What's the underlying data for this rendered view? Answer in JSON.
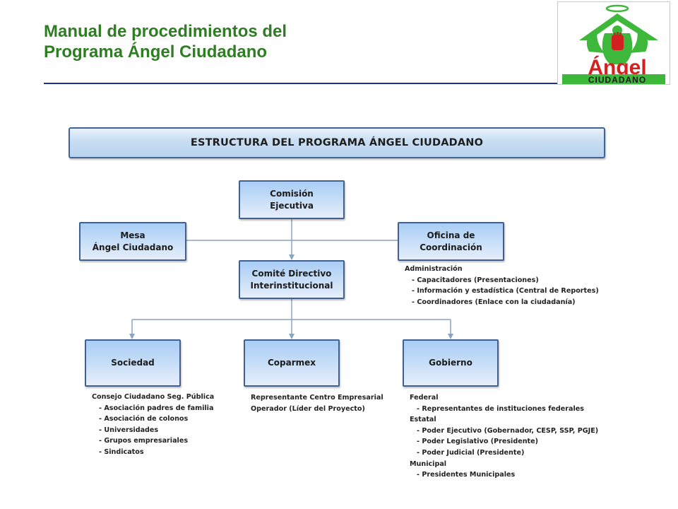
{
  "header": {
    "title_line1": "Manual de procedimientos del",
    "title_line2": "Programa Ángel Ciudadano"
  },
  "logo": {
    "word": "Ángel",
    "subword": "CIUDADANO"
  },
  "banner": "ESTRUCTURA DEL PROGRAMA ÁNGEL CIUDADANO",
  "nodes": {
    "comision": "Comisión\nEjecutiva",
    "mesa": "Mesa\nÁngel Ciudadano",
    "oficina": "Oficina de\nCoordinación",
    "comite": "Comité Directivo\nInterinstitucional",
    "sociedad": "Sociedad",
    "coparmex": "Coparmex",
    "gobierno": "Gobierno"
  },
  "descriptions": {
    "oficina": [
      {
        "text": "Administración",
        "sub": false
      },
      {
        "text": "- Capacitadores (Presentaciones)",
        "sub": true
      },
      {
        "text": "- Información y estadística (Central de Reportes)",
        "sub": true
      },
      {
        "text": "- Coordinadores (Enlace con la ciudadanía)",
        "sub": true
      }
    ],
    "sociedad": [
      {
        "text": "Consejo Ciudadano Seg. Pública",
        "sub": false
      },
      {
        "text": "- Asociación  padres de familia",
        "sub": true
      },
      {
        "text": "- Asociación  de colonos",
        "sub": true
      },
      {
        "text": "- Universidades",
        "sub": true
      },
      {
        "text": "- Grupos empresariales",
        "sub": true
      },
      {
        "text": "- Sindicatos",
        "sub": true
      }
    ],
    "coparmex": [
      {
        "text": "Representante Centro Empresarial",
        "sub": false
      },
      {
        "text": "Operador (Líder del Proyecto)",
        "sub": false
      }
    ],
    "gobierno": [
      {
        "text": "Federal",
        "sub": false
      },
      {
        "text": "- Representantes de instituciones federales",
        "sub": true
      },
      {
        "text": "Estatal",
        "sub": false
      },
      {
        "text": "- Poder Ejecutivo (Gobernador, CESP, SSP, PGJE)",
        "sub": true
      },
      {
        "text": "- Poder Legislativo (Presidente)",
        "sub": true
      },
      {
        "text": "- Poder Judicial (Presidente)",
        "sub": true
      },
      {
        "text": "Municipal",
        "sub": false
      },
      {
        "text": "- Presidentes Municipales",
        "sub": true
      }
    ]
  },
  "colors": {
    "title": "#2e7d23",
    "rule": "#1f2f8c",
    "node_border": "#42608e",
    "connector": "#8aa4c4",
    "logo_green": "#3db83a",
    "logo_red": "#d32020"
  }
}
